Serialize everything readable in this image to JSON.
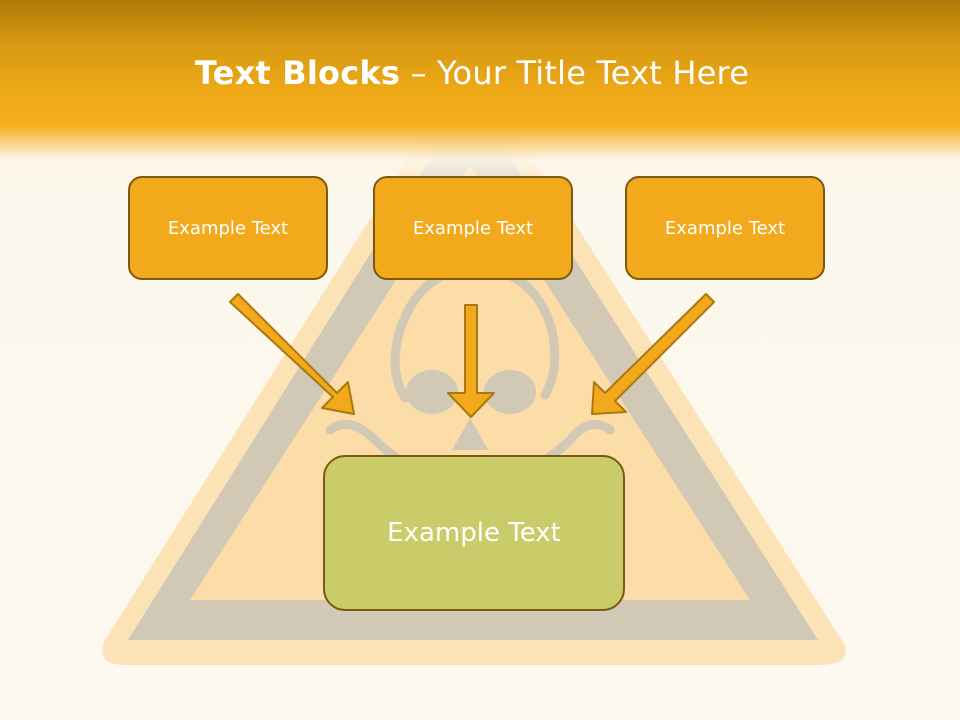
{
  "slide": {
    "title_bold": "Text Blocks",
    "title_separator": " – ",
    "title_rest": "Your Title Text Here"
  },
  "blocks": {
    "top": [
      "Example Text",
      "Example Text",
      "Example Text"
    ],
    "main": "Example Text"
  },
  "background": {
    "icon": "hazard-triangle-skull-crossbones"
  },
  "colors": {
    "header_dark": "#b07a0a",
    "header_light": "#f4ae1c",
    "box_orange": "#f2a91b",
    "box_green": "#c9cc69",
    "border": "#7a5a12",
    "background": "#fdf8ee"
  }
}
